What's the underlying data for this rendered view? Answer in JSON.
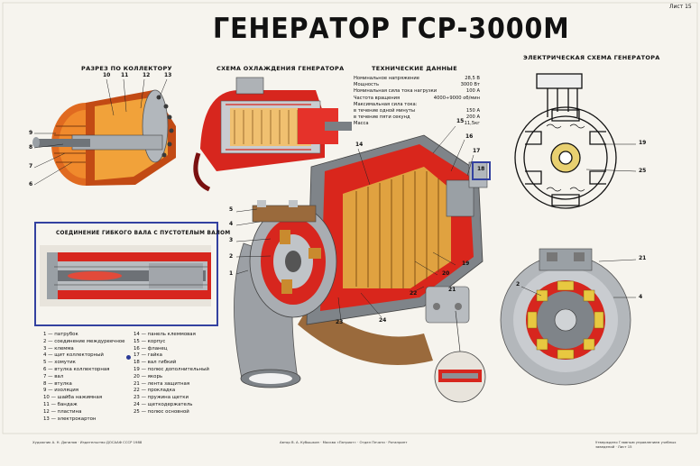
{
  "sheet_number": "Лист 15",
  "title": "ГЕНЕРАТОР ГСР-3000М",
  "sections": {
    "commutator_cut": "РАЗРЕЗ ПО КОЛЛЕКТОРУ",
    "cooling_scheme": "СХЕМА ОХЛАЖДЕНИЯ ГЕНЕРАТОРА",
    "tech_data": "ТЕХНИЧЕСКИЕ ДАННЫЕ",
    "electric_scheme": "ЭЛЕКТРИЧЕСКАЯ СХЕМА ГЕНЕРАТОРА",
    "flex_shaft": "СОЕДИНЕНИЕ ГИБКОГО ВАЛА С ПУСТОТЕЛЫМ ВАЛОМ"
  },
  "tech_data": [
    {
      "name": "Номинальное напряжение",
      "value": "28,5 В"
    },
    {
      "name": "Мощность",
      "value": "3000 Вт"
    },
    {
      "name": "Номинальная сила тока нагрузки",
      "value": "100 А"
    },
    {
      "name": "Частота вращения",
      "value": "4000÷9000 об/мин"
    },
    {
      "name": "Максимальная сила тока:",
      "value": ""
    },
    {
      "name": "в течение одной минуты",
      "value": "150 А"
    },
    {
      "name": "в течение пяти секунд",
      "value": "200 А"
    },
    {
      "name": "Масса",
      "value": "11,5кг"
    }
  ],
  "legend_left": [
    "1 — патрубок",
    "2 — соединение междуреечное",
    "3 — клемма",
    "4 — щит коллекторный",
    "5 — хомутик",
    "6 — втулка коллекторная",
    "7 — вал",
    "8 — втулка",
    "9 — изоляция",
    "10 — шайба нажимная",
    "11 — бандаж",
    "12 — пластина",
    "13 — электрокартон"
  ],
  "legend_right": [
    "14 — панель клеммовая",
    "15 — корпус",
    "16 — фланец",
    "17 — гайка",
    "18 — вал гибкий",
    "19 — полюс дополнительный",
    "20 — якорь",
    "21 — лента защитная",
    "22 — прокладка",
    "23 — пружина щетки",
    "24 — щеткодержатель",
    "25 — полюс основной"
  ],
  "callouts": {
    "commutator": [
      "10",
      "11",
      "12",
      "13",
      "9",
      "8",
      "7",
      "6"
    ],
    "main": [
      "14",
      "15",
      "16",
      "17",
      "18",
      "19",
      "20",
      "21",
      "22",
      "23",
      "24",
      "5",
      "4",
      "3",
      "2",
      "1"
    ],
    "electric": [
      "19",
      "25"
    ],
    "end_view": [
      "21",
      "2",
      "4"
    ]
  },
  "footer": {
    "left": "Художник А. Н. Данилов · Издательство ДОСААФ СССР 1988",
    "center": "Автор В. А. Кубышкин · Москва «Патриот» · Отдел Печати · Ротапринт",
    "right": "Утверждено Главным управлением учебных заведений · Лист 15"
  },
  "colors": {
    "accent_red": "#e2231a",
    "highlight_blue": "#3341a0",
    "copper": "#c98a2e",
    "steel": "#8d9196"
  }
}
